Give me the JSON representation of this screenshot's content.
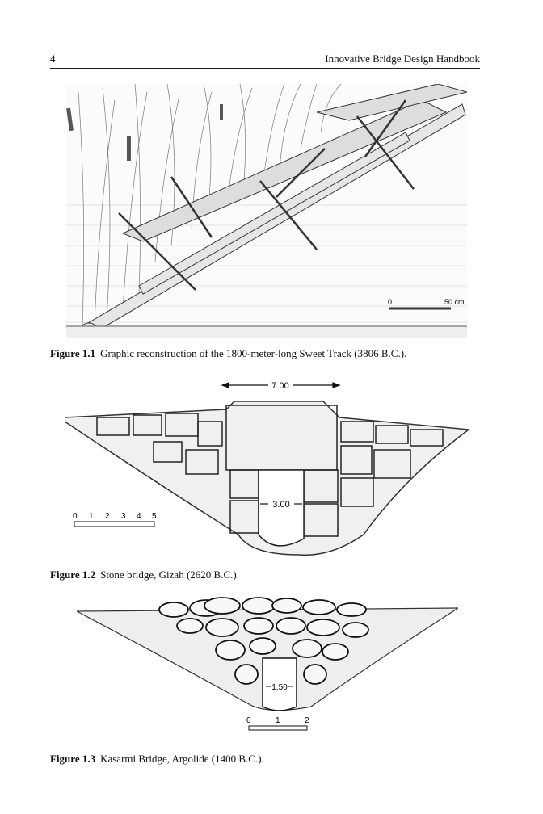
{
  "header": {
    "page_number": "4",
    "running_title": "Innovative Bridge Design Handbook"
  },
  "figures": [
    {
      "label": "Figure 1.1",
      "caption": "Graphic reconstruction of the 1800-meter-long Sweet Track (3806 B.C.).",
      "scale": {
        "start": "0",
        "end": "50 cm"
      }
    },
    {
      "label": "Figure 1.2",
      "caption": "Stone bridge, Gizah (2620 B.C.).",
      "span_label": "7.00",
      "opening_label": "3.00",
      "scale": [
        "0",
        "1",
        "2",
        "3",
        "4",
        "5"
      ]
    },
    {
      "label": "Figure 1.3",
      "caption": "Kasarmi Bridge, Argolide (1400 B.C.).",
      "opening_label": "1.50",
      "scale": [
        "0",
        "1",
        "2"
      ]
    }
  ]
}
